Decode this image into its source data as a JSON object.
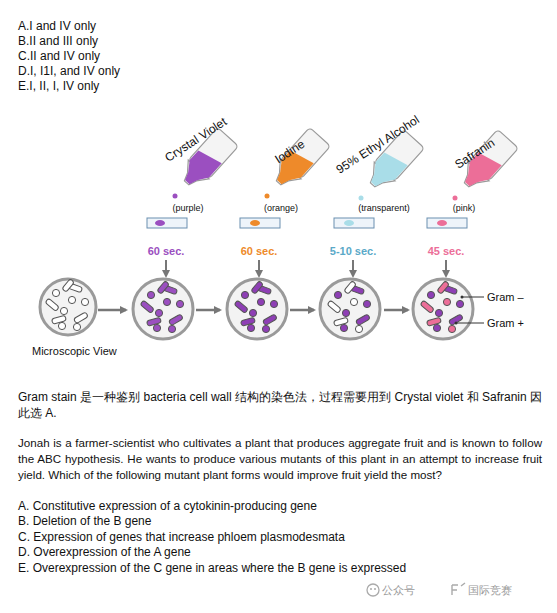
{
  "diagram": {
    "labels": [
      "A.I and IV only",
      "B.II and III only",
      "C.II and IV only",
      "D.I, I1I, and IV only",
      "E.I, II, I, IV only",
      "Crystal Violet",
      "Iodine",
      "95% Ethyl Alcohol",
      "Safranin",
      "(purple)",
      "(orange)",
      "(transparent)",
      "(pink)",
      "60 sec.",
      "60 sec.",
      "5-10 sec.",
      "45 sec.",
      "Gram –",
      "Gram +",
      "Microscopic View",
      "Gram stain 是一种鉴别 bacteria cell wall 结构的染色法，过程需要用到 Crystal violet 和 Safranin 因 此选 A.",
      "Jonah is a farmer-scientist who cultivates a plant that produces aggregate fruit and is known to follow the ABC hypothesis. He wants to produce various mutants of this plant in an attempt to increase fruit yield. Which of the following mutant plant forms would improve fruit yield the most?",
      "A. Constitutive expression of a cytokinin-producing gene",
      "B. Deletion of the B gene",
      "C. Expression of genes that increase phloem plasmodesmata",
      "D. Overexpression of the A gene",
      "E. Overexpression of the C gene in areas where the B gene is expressed",
      "公众号",
      "国际竞赛"
    ]
  }
}
